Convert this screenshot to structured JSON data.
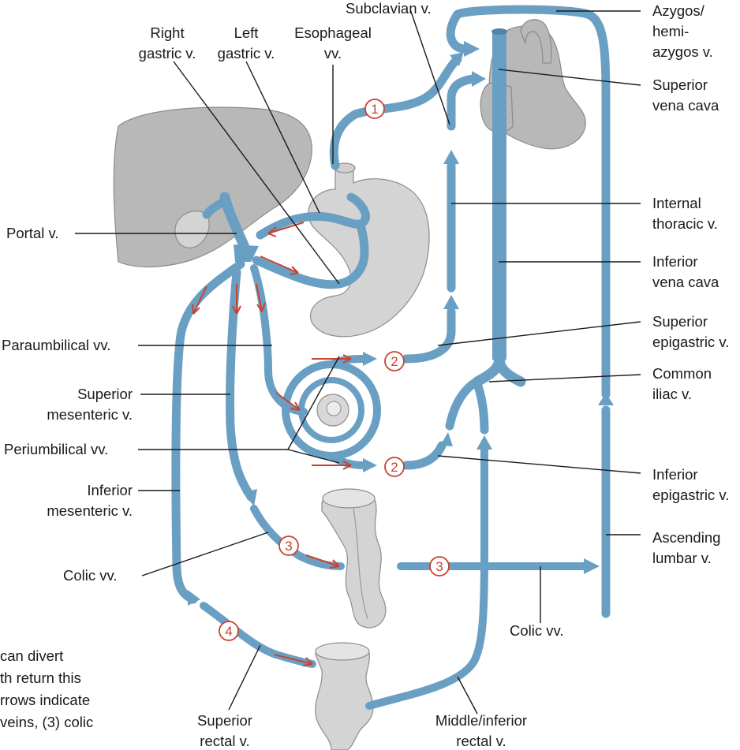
{
  "labels": {
    "subclavian": "Subclavian v.",
    "azygos_1": "Azygos/",
    "azygos_2": "hemi-",
    "azygos_3": "azygos v.",
    "right_gastric_1": "Right",
    "right_gastric_2": "gastric v.",
    "left_gastric_1": "Left",
    "left_gastric_2": "gastric v.",
    "esophageal_1": "Esophageal",
    "esophageal_2": "vv.",
    "svc_1": "Superior",
    "svc_2": "vena cava",
    "portal": "Portal v.",
    "internal_thoracic_1": "Internal",
    "internal_thoracic_2": "thoracic v.",
    "ivc_1": "Inferior",
    "ivc_2": "vena cava",
    "sup_epigastric_1": "Superior",
    "sup_epigastric_2": "epigastric v.",
    "paraumbilical": "Paraumbilical vv.",
    "common_iliac_1": "Common",
    "common_iliac_2": "iliac v.",
    "sup_mesenteric_1": "Superior",
    "sup_mesenteric_2": "mesenteric v.",
    "periumbilical": "Periumbilical vv.",
    "inf_epigastric_1": "Inferior",
    "inf_epigastric_2": "epigastric v.",
    "inf_mesenteric_1": "Inferior",
    "inf_mesenteric_2": "mesenteric v.",
    "ascending_lumbar_1": "Ascending",
    "ascending_lumbar_2": "lumbar v.",
    "colic_left": "Colic vv.",
    "colic_right": "Colic vv.",
    "sup_rectal_1": "Superior",
    "sup_rectal_2": "rectal v.",
    "mid_inf_rectal_1": "Middle/inferior",
    "mid_inf_rectal_2": "rectal v."
  },
  "caption_lines": [
    "can divert",
    "th return this",
    "rrows indicate",
    "veins, (3) colic"
  ],
  "badges": {
    "b1": "1",
    "b2a": "2",
    "b2b": "2",
    "b3a": "3",
    "b3b": "3",
    "b4": "4"
  },
  "colors": {
    "vein": "#6a9fc4",
    "organ": "#b8b8b8",
    "arrow_red": "#c8432f"
  }
}
